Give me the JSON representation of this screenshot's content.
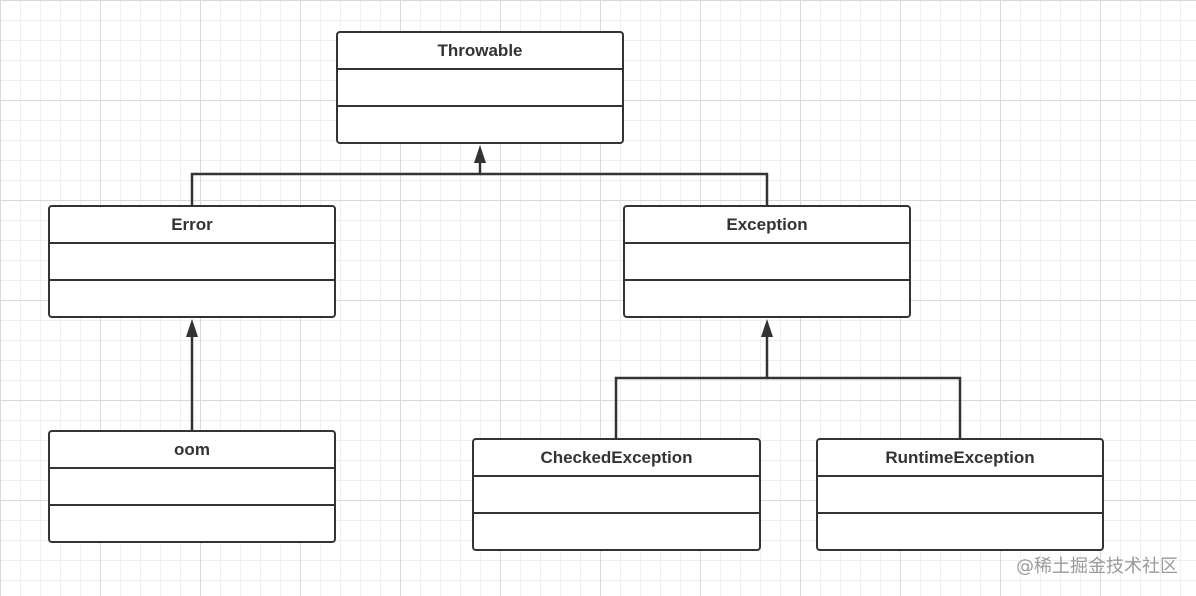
{
  "diagram": {
    "classes": {
      "throwable": {
        "name": "Throwable"
      },
      "error": {
        "name": "Error"
      },
      "exception": {
        "name": "Exception"
      },
      "oom": {
        "name": "oom"
      },
      "checked": {
        "name": "CheckedException"
      },
      "runtime": {
        "name": "RuntimeException"
      }
    },
    "relations": [
      {
        "from": "Error",
        "to": "Throwable",
        "type": "inheritance"
      },
      {
        "from": "Exception",
        "to": "Throwable",
        "type": "inheritance"
      },
      {
        "from": "oom",
        "to": "Error",
        "type": "inheritance"
      },
      {
        "from": "CheckedException",
        "to": "Exception",
        "type": "inheritance"
      },
      {
        "from": "RuntimeException",
        "to": "Exception",
        "type": "inheritance"
      }
    ],
    "line_color": "#333333"
  },
  "watermark": {
    "text": "@稀土掘金技术社区"
  }
}
